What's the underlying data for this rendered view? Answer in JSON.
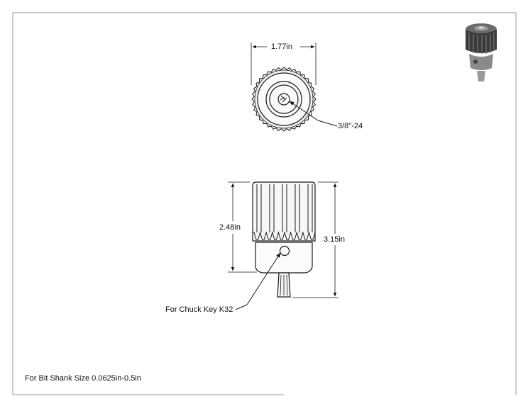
{
  "dimensions": {
    "top_diameter": "1.77in",
    "thread": "3/8\"-24",
    "body_height": "2.48in",
    "overall_height": "3.15in"
  },
  "callouts": {
    "chuck_key": "For Chuck Key K32"
  },
  "notes": {
    "bit_shank": "For Bit Shank Size 0.0625in-0.5in"
  },
  "colors": {
    "line": "#1a1a1a",
    "frame": "#9a9a9a",
    "body_fill": "#f2f2f2",
    "thumb_dark": "#3a3a3a",
    "thumb_mid": "#8a8a8a"
  },
  "icons": {
    "thumbnail": "drill-chuck-3d-thumbnail"
  }
}
